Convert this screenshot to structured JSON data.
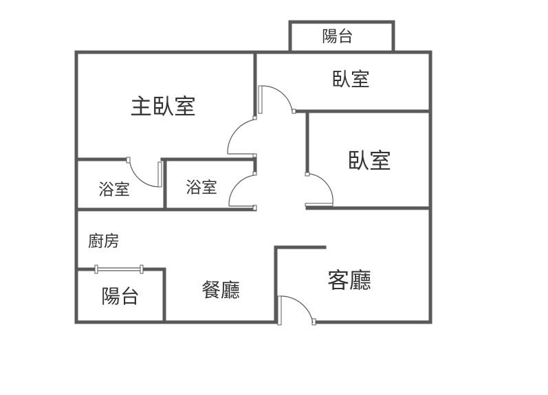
{
  "rooms": {
    "master_bedroom": "主臥室",
    "bedroom_top": "臥室",
    "bedroom_mid": "臥室",
    "bathroom_left": "浴室",
    "bathroom_right": "浴室",
    "kitchen": "廚房",
    "balcony_top": "陽台",
    "balcony_bottom": "陽台",
    "dining_room": "餐廳",
    "living_room": "客廳"
  },
  "colors": {
    "wall": "#595959",
    "label": "#333333",
    "background": "#ffffff"
  }
}
